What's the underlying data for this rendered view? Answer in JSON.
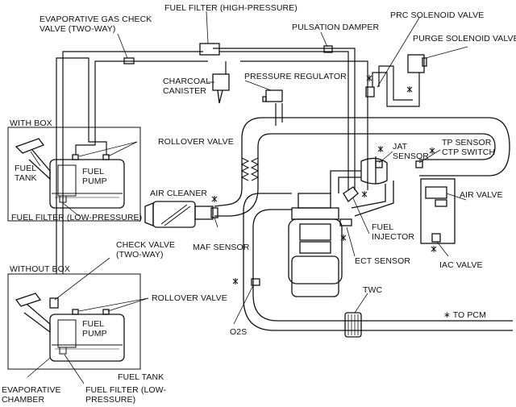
{
  "labels": {
    "fuel_filter_high": "FUEL FILTER (HIGH-PRESSURE)",
    "prc_solenoid": "PRC SOLENOID VALVE",
    "evap_check_valve": "EVAPORATIVE GAS CHECK\nVALVE (TWO-WAY)",
    "pulsation_damper": "PULSATION DAMPER",
    "purge_solenoid": "PURGE SOLENOID VALVE",
    "charcoal_canister": "CHARCOAL\nCANISTER",
    "pressure_regulator": "PRESSURE REGULATOR",
    "with_box": "WITH BOX",
    "rollover_valve_1": "ROLLOVER VALVE",
    "fuel_pump_1": "FUEL\nPUMP",
    "fuel_tank_1": "FUEL\nTANK",
    "jat_sensor": "JAT\nSENSOR",
    "tp_sensor": "TP SENSOR\nCTP SWITCH",
    "fuel_filter_low_1": "FUEL FILTER (LOW-PRESSURE)",
    "air_cleaner": "AIR CLEANER",
    "air_valve": "AIR VALVE",
    "maf_sensor": "MAF SENSOR",
    "fuel_injector": "FUEL\nINJECTOR",
    "ect_sensor": "ECT SENSOR",
    "iac_valve": "IAC VALVE",
    "without_box": "WITHOUT BOX",
    "check_valve": "CHECK VALVE\n(TWO-WAY)",
    "rollover_valve_2": "ROLLOVER VALVE",
    "fuel_pump_2": "FUEL\nPUMP",
    "twc": "TWC",
    "to_pcm": "∗ TO PCM",
    "o2s": "O2S",
    "fuel_tank_2": "FUEL TANK",
    "evap_chamber": "EVAPORATIVE\nCHAMBER",
    "fuel_filter_low_2": "FUEL FILTER (LOW-\nPRESSURE)"
  },
  "colors": {
    "line": "#111111",
    "background": "#ffffff"
  }
}
